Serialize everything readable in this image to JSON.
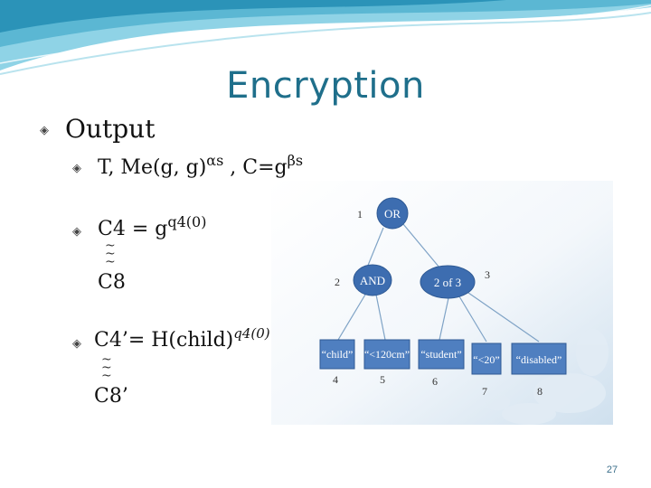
{
  "slide": {
    "title": "Encryption",
    "page_number": "27",
    "accent_color": "#1f6f8b"
  },
  "bullets": {
    "output": "Output",
    "line1_prefix": "T, Me(g, g)",
    "line1_sup1": "αs",
    "line1_mid": " , C=g",
    "line1_sup2": "βs",
    "line2_prefix": "C4 = g",
    "line2_sup": "q4(0)",
    "line2_end": "C8",
    "line3_prefix": "C4’= H(child)",
    "line3_sup": "q4(0)",
    "line3_end": "C8’",
    "range_marks": [
      "~",
      "~",
      "~"
    ]
  },
  "tree": {
    "root": "OR",
    "and_node": "AND",
    "threshold_node": "2 of 3",
    "leaves": [
      "“child”",
      "“<120cm”",
      "“student”",
      "“<20”",
      "“disabled”"
    ],
    "node_numbers": [
      "1",
      "2",
      "3",
      "4",
      "5",
      "6",
      "7",
      "8"
    ],
    "node_color": "#3d6db0",
    "leaf_color": "#4f7fc0"
  }
}
